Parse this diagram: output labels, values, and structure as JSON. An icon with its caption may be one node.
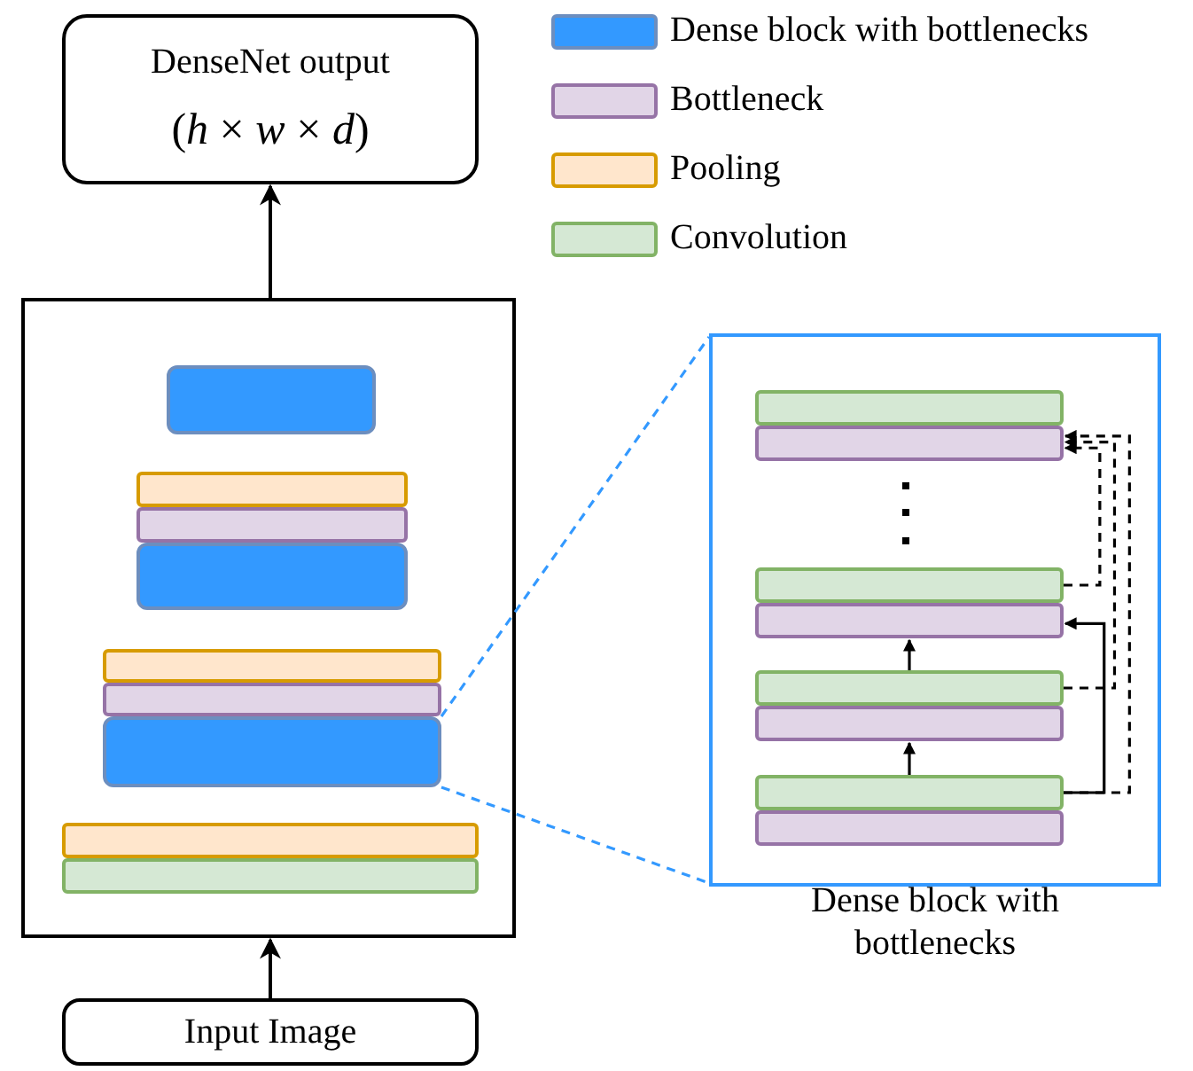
{
  "diagram": {
    "nodes": [
      {
        "text": [
          "DenseNet output",
          "(*h* × *w* × *d*)"
        ]
      },
      {
        "text": [],
        "shape": "box"
      },
      {
        "text": [],
        "shape": "bar",
        "in": 1
      },
      {
        "text": [],
        "shape": "bar",
        "in": 1
      },
      {
        "text": [],
        "shape": "bar",
        "in": 1
      },
      {
        "text": [],
        "shape": "bar",
        "in": 1
      },
      {
        "text": [],
        "shape": "bar",
        "in": 1
      },
      {
        "text": [],
        "shape": "bar",
        "in": 1
      },
      {
        "text": [],
        "shape": "bar",
        "in": 1
      },
      {
        "text": [],
        "shape": "bar",
        "in": 1
      },
      {
        "text": [],
        "shape": "bar",
        "in": 1
      },
      {
        "text": [
          "Input Image"
        ]
      },
      {
        "text": [
          "Dense block with bottlenecks"
        ]
      },
      {
        "text": [],
        "shape": "bar",
        "in": 12
      },
      {
        "text": [],
        "shape": "bar",
        "in": 12
      },
      {
        "text": [],
        "shape": "bar",
        "in": 12
      },
      {
        "text": [],
        "shape": "bar",
        "in": 12
      },
      {
        "text": [],
        "shape": "bar",
        "in": 12
      },
      {
        "text": [],
        "shape": "bar",
        "in": 12
      },
      {
        "text": [],
        "shape": "bar",
        "in": 12
      },
      {
        "text": [],
        "shape": "bar",
        "in": 12
      }
    ],
    "edges": [
      {
        "from": 11,
        "to": 1,
        "arrow": "to"
      },
      {
        "from": 1,
        "to": 0,
        "arrow": "to"
      },
      {
        "from": 8,
        "to": 12,
        "arrow": "none",
        "style": "dashed",
        "color": "#3399ff"
      },
      {
        "from": 8,
        "to": 12,
        "arrow": "none",
        "style": "dashed",
        "color": "#3399ff"
      },
      {
        "from": 19,
        "to": 18,
        "arrow": "to"
      },
      {
        "from": 17,
        "to": 16,
        "arrow": "to"
      },
      {
        "from": 19,
        "to": 16,
        "arrow": "to"
      },
      {
        "from": 19,
        "to": 14,
        "arrow": "to",
        "style": "dashed"
      },
      {
        "from": 17,
        "to": 14,
        "arrow": "to",
        "style": "dashed"
      },
      {
        "from": 15,
        "to": 14,
        "arrow": "to",
        "style": "dashed"
      }
    ],
    "legend": [
      {
        "text": "Dense block with bottlenecks",
        "color": "#3399ff"
      },
      {
        "text": "Bottleneck",
        "color": "#e1d5e7"
      },
      {
        "text": "Pooling",
        "color": "#ffe6cc"
      },
      {
        "text": "Convolution",
        "color": "#d5e8d4"
      }
    ]
  }
}
